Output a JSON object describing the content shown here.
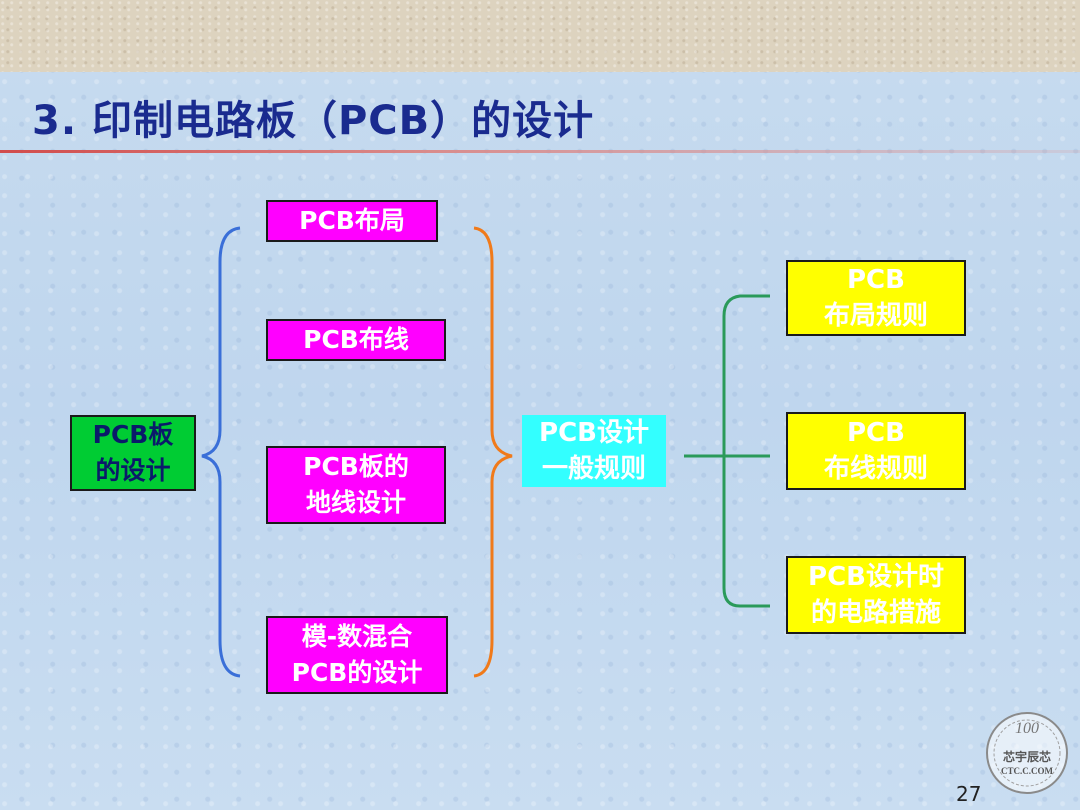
{
  "slide": {
    "title": "3. 印制电路板（PCB）的设计",
    "page_number": "27"
  },
  "diagram": {
    "root": "PCB板\n的设计",
    "topics": [
      "PCB布局",
      "PCB布线",
      "PCB板的\n地线设计",
      "模-数混合\nPCB的设计"
    ],
    "hub": "PCB设计\n一般规则",
    "rules": [
      "PCB\n布局规则",
      "PCB\n布线规则",
      "PCB设计时\n的电路措施"
    ]
  },
  "logo": {
    "number": "100",
    "name": "芯宇辰芯",
    "site": "CTC.C.COM"
  },
  "colors": {
    "title": "#1a2b8f",
    "topic_fill": "#ff00ff",
    "root_fill": "#00cc33",
    "hub_fill": "#33ffff",
    "rule_fill": "#ffff00",
    "left_bracket": "#3a6fd8",
    "middle_bracket": "#f07a1a",
    "right_bracket": "#2a9a5a"
  }
}
